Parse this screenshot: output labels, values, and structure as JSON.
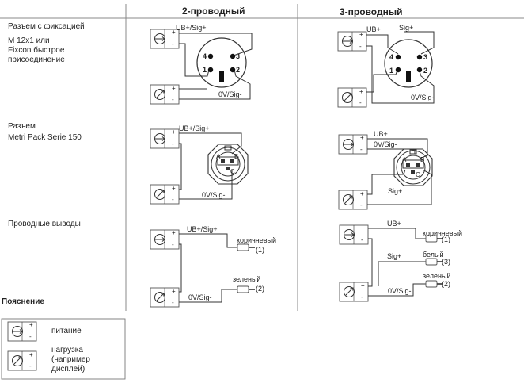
{
  "headers": {
    "two_wire": "2-проводный",
    "three_wire": "3-проводный"
  },
  "rows": {
    "m12": {
      "line1": "Разъем с фиксацией",
      "line2": "M 12x1 или",
      "line3": "Fixcon быстрое",
      "line4": "присоединение"
    },
    "metripack": {
      "line1": "Разъем",
      "line2": "Metri Pack Serie 150"
    },
    "leads": {
      "line1": "Проводные выводы"
    }
  },
  "signals": {
    "ub_sig": "UB+/Sig+",
    "ub": "UB+",
    "sig": "Sig+",
    "ov_sig": "0V/Sig-"
  },
  "pins": {
    "p1": "1",
    "p2": "2",
    "p3": "3",
    "p4": "4",
    "pa": "A",
    "pb": "B",
    "pc": "C"
  },
  "wires": {
    "brown": "коричневый",
    "brown_num": "(1)",
    "white": "белый",
    "white_num": "(3)",
    "green": "зеленый",
    "green_num": "(2)"
  },
  "polarity": {
    "plus": "+",
    "minus": "-"
  },
  "legend": {
    "title": "Пояснение",
    "supply": "питание",
    "load_line1": "нагрузка",
    "load_line2": "(например",
    "load_line3": "дисплей)"
  },
  "icons": {
    "supply": "power-supply-icon",
    "load": "load-meter-icon",
    "connector_m12": "m12-connector-icon",
    "connector_metripack": "metripack-connector-icon",
    "lead": "wire-lead-icon"
  },
  "colors": {
    "line": "#333333",
    "separator": "#888888",
    "text": "#222222"
  }
}
